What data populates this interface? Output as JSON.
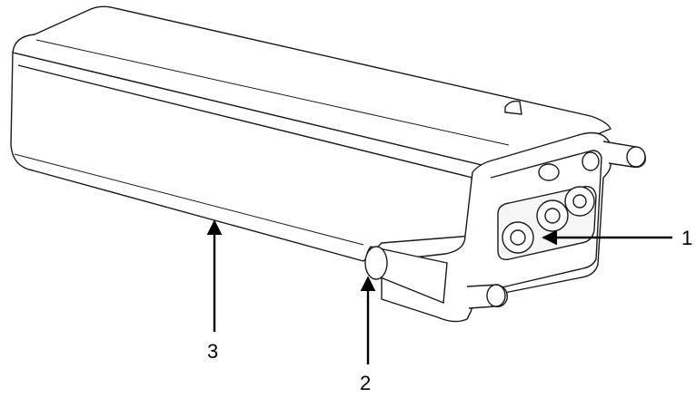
{
  "diagram": {
    "callouts": [
      {
        "id": "1",
        "label": "1"
      },
      {
        "id": "2",
        "label": "2"
      },
      {
        "id": "3",
        "label": "3"
      }
    ],
    "colors": {
      "line": "#1a1a1a",
      "fill": "#ffffff",
      "shade": "#f2f2f2"
    }
  }
}
